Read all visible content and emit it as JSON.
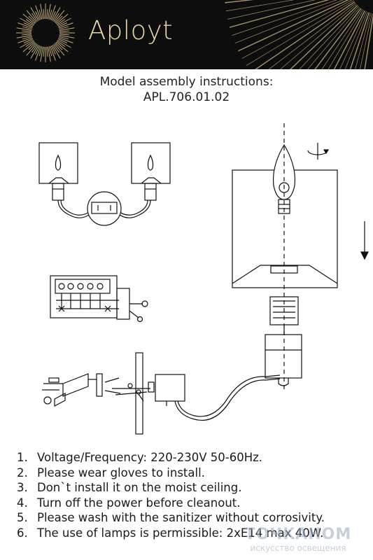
{
  "header": {
    "brand": "Aployt",
    "background": "#0d0d0d",
    "accent": "#d9bf84",
    "icon": "sunburst-logo-icon"
  },
  "title": {
    "line1": "Model assembly instructions:",
    "line2": "APL.706.01.02"
  },
  "notes": [
    {
      "num": "1.",
      "text": "Voltage/Frequency: 220-230V 50-60Hz."
    },
    {
      "num": "2.",
      "text": "Please wear gloves to install."
    },
    {
      "num": "3.",
      "text": "Don`t install it on the moist ceiling."
    },
    {
      "num": "4.",
      "text": "Turn off the power before cleanout."
    },
    {
      "num": "5.",
      "text": "Please wash with the sanitizer without corrosivity."
    },
    {
      "num": "6.",
      "text": "The use of lamps is permissible: 2xE14 max 40W."
    }
  ],
  "watermark": {
    "main": "TOЧKAHOM",
    "sub": "искусство освещения"
  }
}
